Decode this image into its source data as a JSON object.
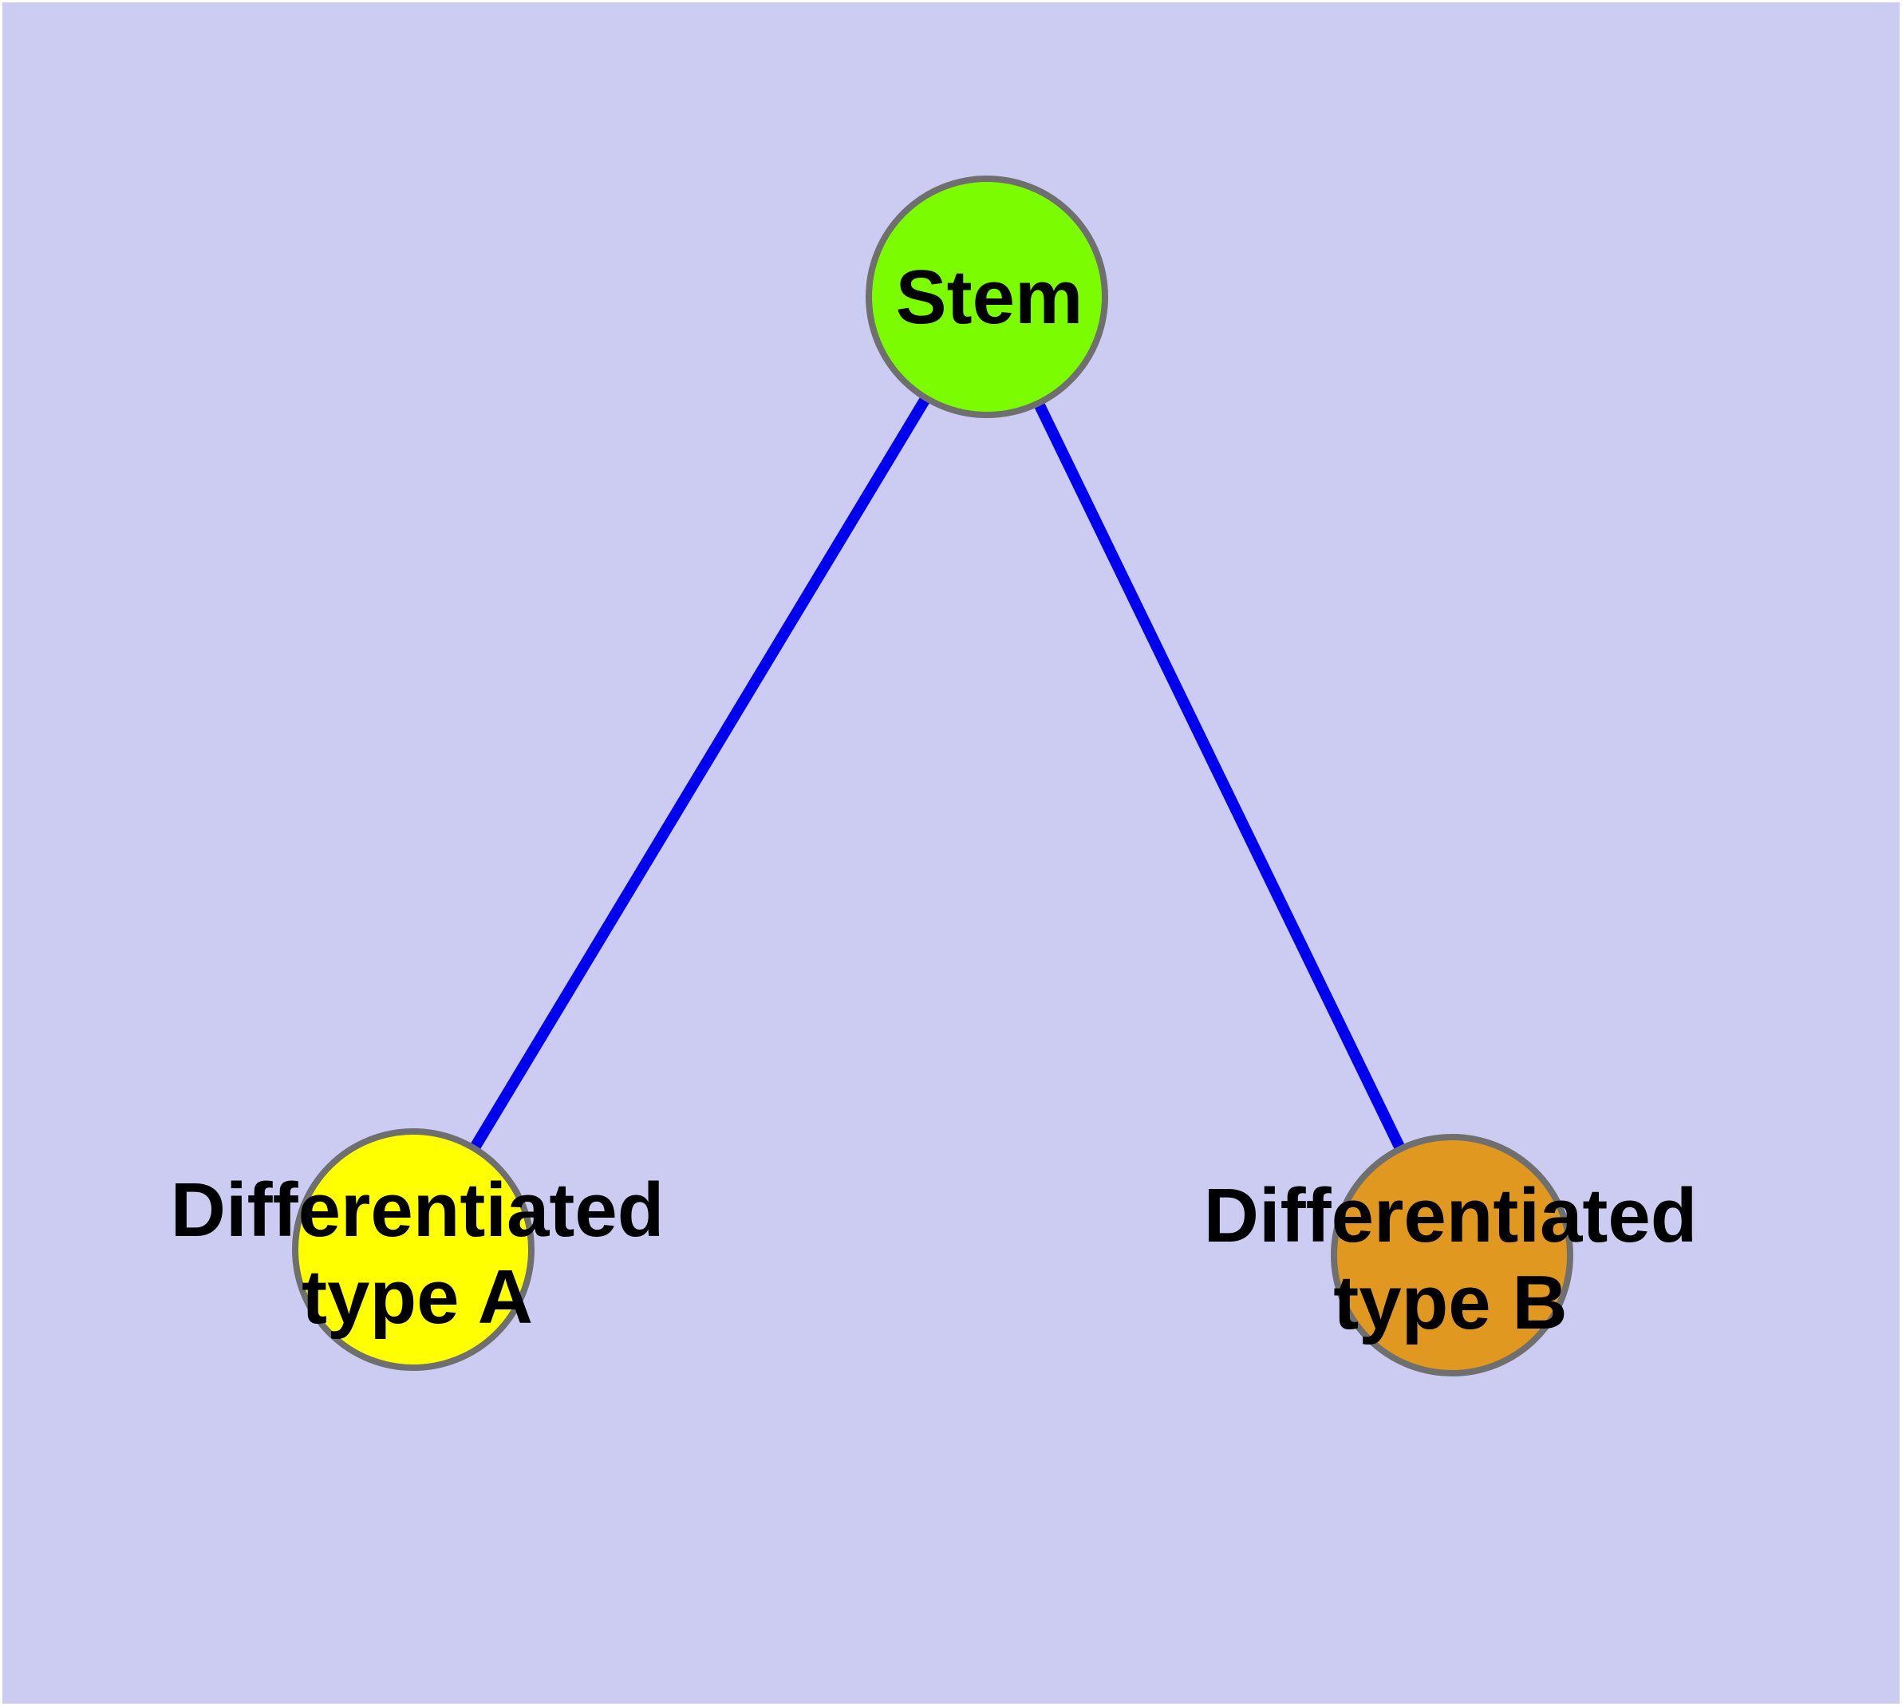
{
  "diagram": {
    "page_background": "#ffffff",
    "panel_background": "#CCCCF3",
    "edge_color": "#0000EE",
    "node_border_color": "#6F6F6F",
    "label_color": "#000000",
    "nodes": {
      "stem": {
        "label": "Stem",
        "fill": "#7CFC00"
      },
      "type_a": {
        "label_line1": "Differentiated",
        "label_line2": "type A",
        "fill": "#FFFF00"
      },
      "type_b": {
        "label_line1": "Differentiated",
        "label_line2": "type B",
        "fill": "#E09820"
      }
    },
    "edges": [
      {
        "from": "Stem",
        "to": "Differentiated type A"
      },
      {
        "from": "Stem",
        "to": "Differentiated type B"
      }
    ]
  }
}
